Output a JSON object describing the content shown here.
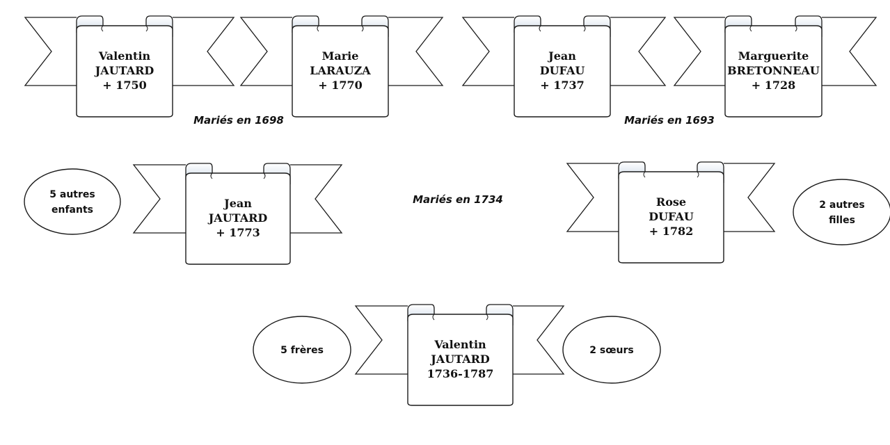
{
  "persons": [
    {
      "id": "valentin-1750",
      "lines": [
        "Valentin",
        "JAUTARD",
        "+ 1750"
      ]
    },
    {
      "id": "marie-larauza",
      "lines": [
        "Marie",
        "LARAUZA",
        "+ 1770"
      ]
    },
    {
      "id": "jean-dufau",
      "lines": [
        "Jean",
        "DUFAU",
        "+ 1737"
      ]
    },
    {
      "id": "marguerite-bretonneau",
      "lines": [
        "Marguerite",
        "BRETONNEAU",
        "+ 1728"
      ]
    },
    {
      "id": "jean-jautard",
      "lines": [
        "Jean",
        "JAUTARD",
        "+ 1773"
      ]
    },
    {
      "id": "rose-dufau",
      "lines": [
        "Rose",
        "DUFAU",
        "+ 1782"
      ]
    },
    {
      "id": "valentin-1736",
      "lines": [
        "Valentin",
        "JAUTARD",
        "1736-1787"
      ]
    }
  ],
  "marriages": [
    {
      "id": "mariage-1698",
      "label": "Mariés en 1698"
    },
    {
      "id": "mariage-1693",
      "label": "Mariés en 1693"
    },
    {
      "id": "mariage-1734",
      "label": "Mariés en 1734"
    }
  ],
  "siblings": [
    {
      "id": "autres-enfants",
      "lines": [
        "5 autres",
        "enfants"
      ]
    },
    {
      "id": "autres-filles",
      "lines": [
        "2 autres",
        "filles"
      ]
    },
    {
      "id": "freres",
      "lines": [
        "5 frères"
      ]
    },
    {
      "id": "soeurs",
      "lines": [
        "2 sœurs"
      ]
    }
  ]
}
